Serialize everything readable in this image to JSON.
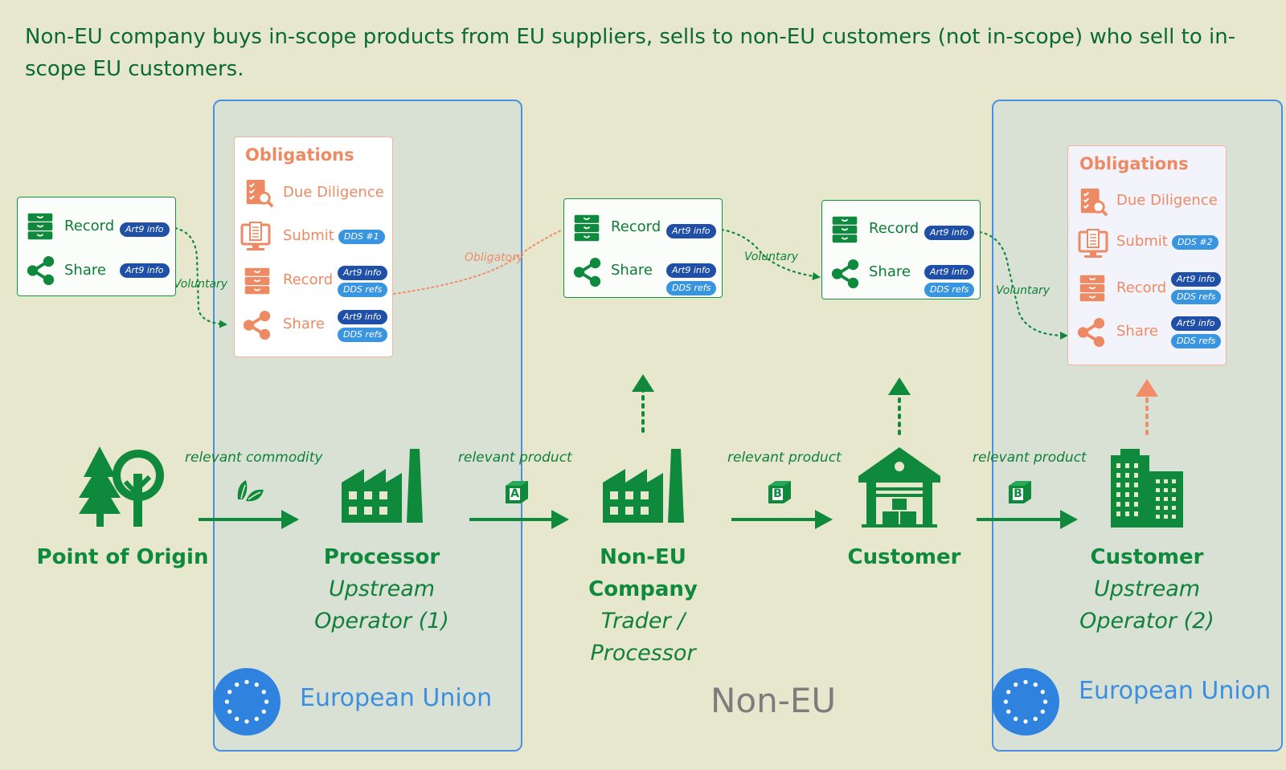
{
  "header": {
    "title": "Non-EU company buys in-scope products from EU suppliers, sells to non-EU customers (not in-scope) who sell to in-scope EU customers."
  },
  "regions": {
    "eu_left": {
      "label": "European Union",
      "icon": "eu-flag-icon"
    },
    "non_eu": {
      "label": "Non-EU"
    },
    "eu_right": {
      "label": "European Union",
      "icon": "eu-flag-icon"
    }
  },
  "colors": {
    "green": "#0f8a3d",
    "orange": "#ee8a63",
    "eu_blue": "#2f83df",
    "background": "#e6e7cd",
    "badge_navy": "#1f4fa6",
    "badge_blue": "#3a95e0"
  },
  "nodes": [
    {
      "id": "origin",
      "name": "Point of Origin",
      "role": "",
      "icon": "trees-icon"
    },
    {
      "id": "processor",
      "name": "Processor",
      "role": "Upstream Operator (1)",
      "icon": "factory-icon"
    },
    {
      "id": "non_eu_company",
      "name": "Non-EU Company",
      "role": "Trader / Processor",
      "icon": "factory-icon"
    },
    {
      "id": "customer",
      "name": "Customer",
      "role": "",
      "icon": "warehouse-icon"
    },
    {
      "id": "customer_eu",
      "name": "Customer",
      "role": "Upstream Operator (2)",
      "icon": "office-building-icon"
    }
  ],
  "node_labels": {
    "origin_name": "Point of Origin",
    "processor_name": "Processor",
    "processor_role_1": "Upstream",
    "processor_role_2": "Operator (1)",
    "noneu_name_1": "Non-EU",
    "noneu_name_2": "Company",
    "noneu_role_1": "Trader /",
    "noneu_role_2": "Processor",
    "customer_name": "Customer",
    "customer_eu_name": "Customer",
    "customer_eu_role_1": "Upstream",
    "customer_eu_role_2": "Operator (2)"
  },
  "flows": [
    {
      "label": "relevant commodity",
      "item_icon": "leaf-icon",
      "item_letter": ""
    },
    {
      "label": "relevant product",
      "item_icon": "product-box-icon",
      "item_letter": "A"
    },
    {
      "label": "relevant product",
      "item_icon": "product-box-icon",
      "item_letter": "B"
    },
    {
      "label": "relevant product",
      "item_icon": "product-box-icon",
      "item_letter": "B"
    }
  ],
  "info_boxes": {
    "origin": {
      "rows": [
        {
          "label": "Record",
          "badges": [
            "Art9 info"
          ]
        },
        {
          "label": "Share",
          "badges": [
            "Art9 info"
          ]
        }
      ]
    },
    "non_eu_company": {
      "rows": [
        {
          "label": "Record",
          "badges": [
            "Art9 info"
          ]
        },
        {
          "label": "Share",
          "badges": [
            "Art9 info",
            "DDS refs"
          ]
        }
      ]
    },
    "customer": {
      "rows": [
        {
          "label": "Record",
          "badges": [
            "Art9 info"
          ]
        },
        {
          "label": "Share",
          "badges": [
            "Art9 info",
            "DDS refs"
          ]
        }
      ]
    }
  },
  "obligations_1": {
    "title": "Obligations",
    "due_diligence": "Due Diligence",
    "submit": "Submit",
    "submit_badge": "DDS #1",
    "record": "Record",
    "share": "Share",
    "badge_art9": "Art9 info",
    "badge_dds": "DDS refs"
  },
  "obligations_2": {
    "title": "Obligations",
    "due_diligence": "Due Diligence",
    "submit": "Submit",
    "submit_badge": "DDS #2",
    "record": "Record",
    "share": "Share",
    "badge_art9": "Art9 info",
    "badge_dds": "DDS refs"
  },
  "connector_labels": {
    "voluntary_1": "Voluntary",
    "obligatory": "Obligatory",
    "voluntary_2": "Voluntary",
    "voluntary_3": "Voluntary"
  }
}
